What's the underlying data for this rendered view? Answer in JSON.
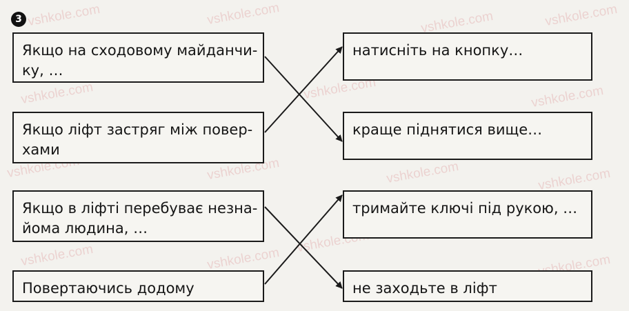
{
  "exercise": {
    "number": "3"
  },
  "watermark": "vshkole.com",
  "left_items": [
    {
      "lines": [
        "Якщо на сходовому майданчи-",
        "ку, …"
      ]
    },
    {
      "lines": [
        "Якщо ліфт застряг між повер-",
        "хами"
      ]
    },
    {
      "lines": [
        "Якщо в ліфті перебуває незна-",
        "йома людина, …"
      ]
    },
    {
      "lines": [
        "Повертаючись додому"
      ]
    }
  ],
  "right_items": [
    {
      "text": "натисніть на кнопку…"
    },
    {
      "text": "краще піднятися вище…"
    },
    {
      "text": "тримайте ключі під рукою, …"
    },
    {
      "text": "не заходьте в ліфт"
    }
  ],
  "matches": [
    {
      "from": 1,
      "to": 2
    },
    {
      "from": 2,
      "to": 1
    },
    {
      "from": 3,
      "to": 4
    },
    {
      "from": 4,
      "to": 3
    }
  ],
  "colors": {
    "ink": "#1a1a1a",
    "watermark": "#e6b9b9"
  }
}
